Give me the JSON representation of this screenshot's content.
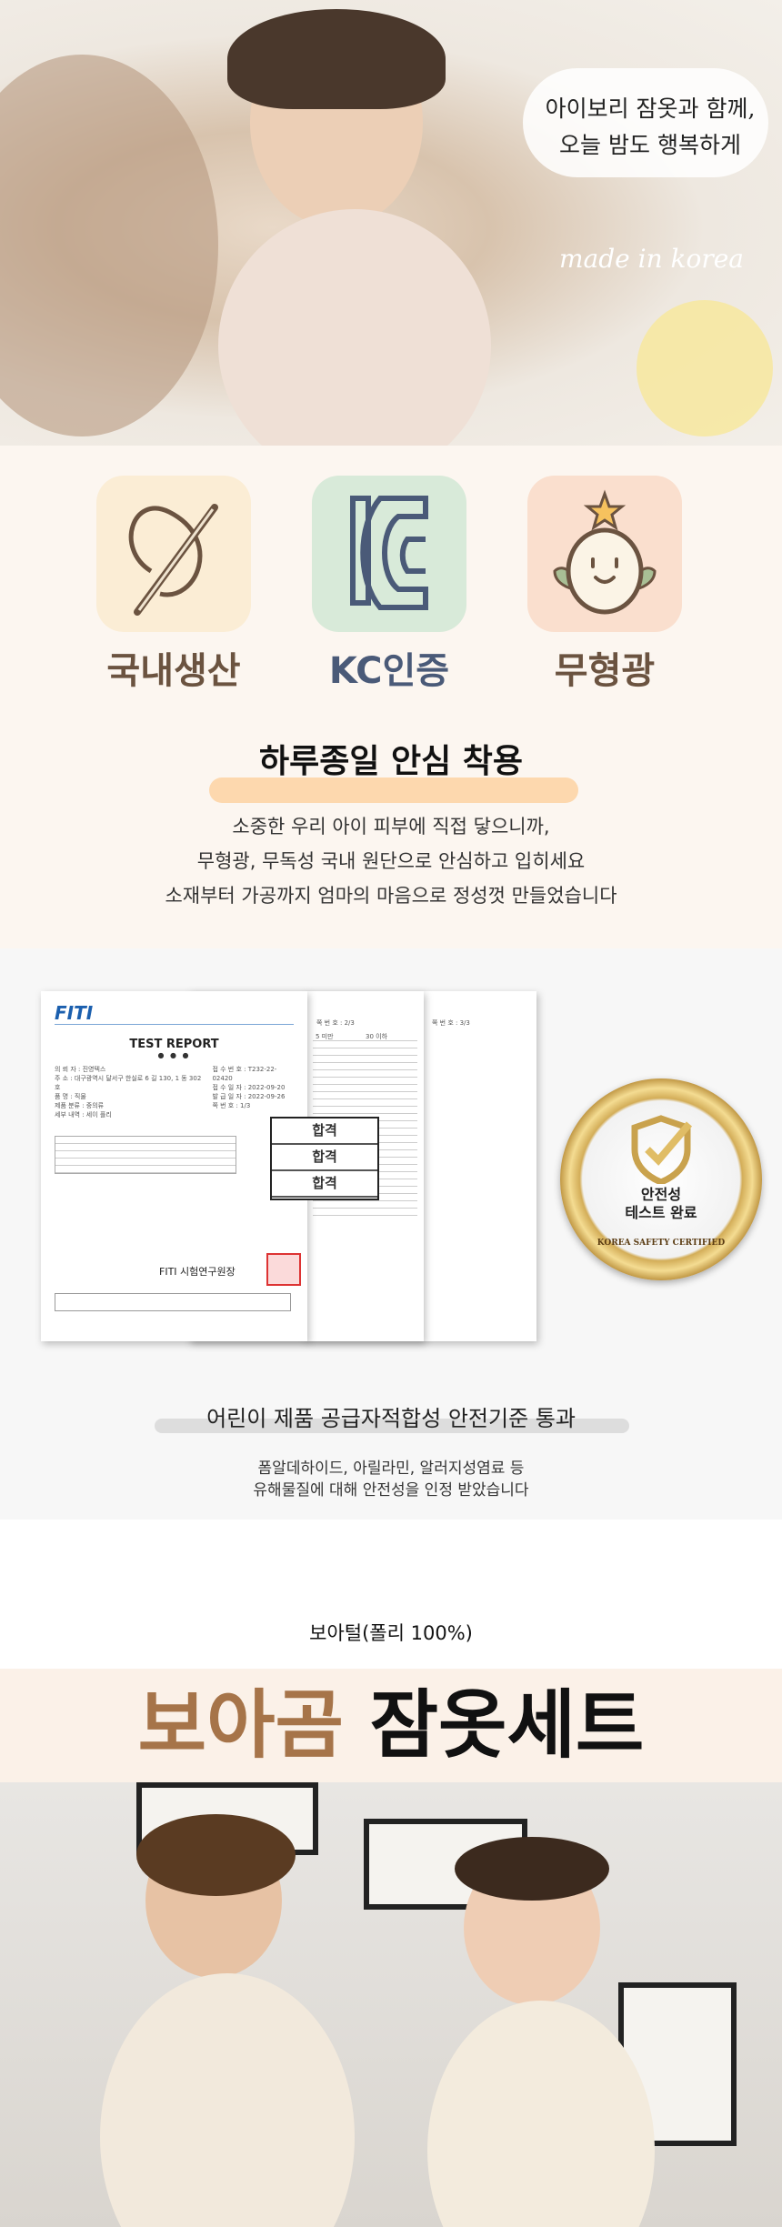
{
  "hero": {
    "bubble_lines": [
      "아이보리 잠옷과 함께,",
      "오늘 밤도 행복하게"
    ],
    "made_in": "made in korea"
  },
  "features": [
    {
      "label": "국내생산",
      "icon": "needle-thread-icon",
      "color": "#6b5340",
      "bg": "#fbedd5"
    },
    {
      "label": "KC인증",
      "icon": "kc-mark-icon",
      "color": "#4a5a78",
      "bg": "#d8ead9"
    },
    {
      "label": "무형광",
      "icon": "smiling-sprout-icon",
      "color": "#6b5340",
      "bg": "#fadfce"
    }
  ],
  "safety": {
    "heading": "하루종일 안심 착용",
    "body": [
      "소중한 우리 아이 피부에 직접 닿으니까,",
      "무형광, 무독성 국내 원단으로 안심하고 입히세요",
      "소재부터 가공까지 엄마의 마음으로 정성껏 만들었습니다"
    ]
  },
  "report": {
    "logo": "FITI",
    "title": "TEST REPORT",
    "fields": [
      "의 뢰 자 : 진영텍스",
      "주 소 : 대구광역시 달서구 한실로 6 길 130, 1 동 302 호",
      "품 명 : 직물",
      "제품 분류 : 중의류",
      "세부 내역 : 세이 플리"
    ],
    "fields_right": [
      "접 수 번 호 : T232-22-02420",
      "접 수 일 자 : 2022-09-20",
      "발 급 일 자 : 2022-09-26",
      "쪽 번 호 : 1/3"
    ],
    "pass_labels": [
      "합격",
      "합격",
      "합격"
    ],
    "signer": "FITI 시험연구원장",
    "page2": "쪽 번 호 : 2/3",
    "page3": "쪽 번 호 : 3/3",
    "limit": "30 이하",
    "value": "5 미만"
  },
  "badge": {
    "line1": "안전성",
    "line2": "테스트 완료",
    "ring": "KOREA SAFETY CERTIFIED"
  },
  "certification": {
    "caption": "어린이 제품 공급자적합성 안전기준 통과",
    "lines": [
      "폼알데하이드, 아릴라민, 알러지성염료 등",
      "유해물질에 대해 안전성을 인정 받았습니다"
    ]
  },
  "product": {
    "material": "보아털(폴리 100%)",
    "name_accent": "보아곰",
    "name_rest": "잠옷세트",
    "accent_color": "#a67449"
  }
}
